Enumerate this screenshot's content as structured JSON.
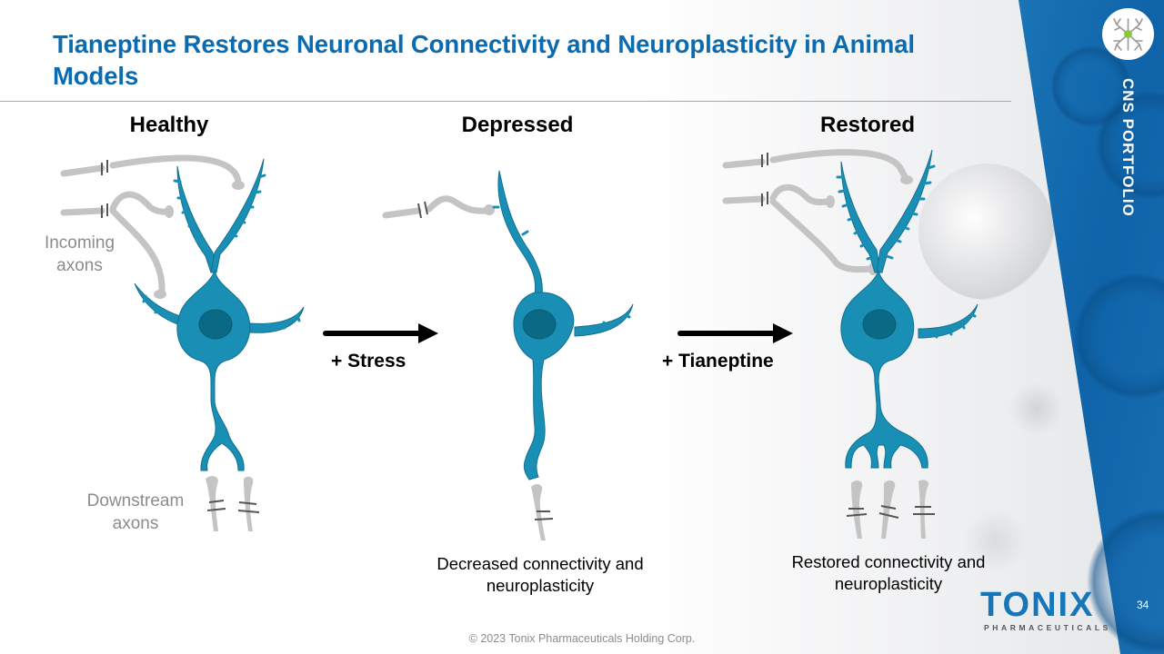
{
  "slide": {
    "title": "Tianeptine Restores Neuronal Connectivity and Neuroplasticity in Animal Models",
    "page_number": "34",
    "footer": "© 2023 Tonix Pharmaceuticals Holding Corp.",
    "side_section": "CNS PORTFOLIO",
    "logo": {
      "word": "TONIX",
      "subtitle": "PHARMACEUTICALS"
    },
    "colors": {
      "title_blue": "#0b6bb0",
      "neuron_teal": "#1a8fb5",
      "nucleus": "#0a6a86",
      "axon_gray": "#c4c4c4",
      "band_blue": "#1270b4"
    }
  },
  "diagram": {
    "stages": [
      {
        "id": "healthy",
        "label": "Healthy"
      },
      {
        "id": "depressed",
        "label": "Depressed",
        "caption": "Decreased connectivity and neuroplasticity"
      },
      {
        "id": "restored",
        "label": "Restored",
        "caption": "Restored connectivity and neuroplasticity"
      }
    ],
    "transitions": [
      {
        "label": "+ Stress",
        "icon": "arrow-right-icon"
      },
      {
        "label": "+ Tianeptine",
        "icon": "arrow-right-icon"
      }
    ],
    "annotations": {
      "incoming": "Incoming axons",
      "downstream": "Downstream axons"
    }
  }
}
